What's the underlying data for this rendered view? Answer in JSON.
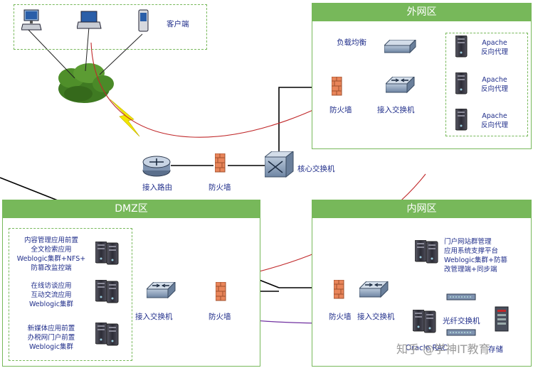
{
  "zones": {
    "outer": "外网区",
    "dmz": "DMZ区",
    "inner": "内网区"
  },
  "labels": {
    "client": "客户端",
    "load_balancer": "负载均衡",
    "outer_firewall": "防火墙",
    "outer_access_switch": "接入交换机",
    "apache_1": [
      "Apache",
      "反向代理"
    ],
    "apache_2": [
      "Apache",
      "反向代理"
    ],
    "apache_3": [
      "Apache",
      "反向代理"
    ],
    "router": "接入路由",
    "mid_firewall": "防火墙",
    "core_switch": "核心交换机",
    "dmz_access_switch": "接入交换机",
    "dmz_firewall": "防火墙",
    "dmz_group_1": [
      "内容管理应用前置",
      "全文检索应用",
      "Weblogic集群+NFS+",
      "防篡改监控端"
    ],
    "dmz_group_2": [
      "在线访谈应用",
      "互动交流应用",
      "Weblogic集群"
    ],
    "dmz_group_3": [
      "新媒体应用前置",
      "办税网门户前置",
      "Weblogic集群"
    ],
    "inner_group_1": [
      "门户网站群管理",
      "应用系统支撑平台",
      "Weblogic集群+防篡",
      "改管理端+同步端"
    ],
    "inner_firewall": "防火墙",
    "inner_access_switch": "接入交换机",
    "fiber_switch": "光纤交换机",
    "oracle_rac": "Oracle RAC",
    "storage": "存储"
  },
  "watermark": "知乎 @学神IT教育",
  "colors": {
    "zone_green": "#77b85a",
    "label_blue": "#1f2d8a",
    "link_black": "#000000",
    "link_red": "#c0282a",
    "link_purple": "#7030a0",
    "lightning_yellow": "#f2e600"
  }
}
